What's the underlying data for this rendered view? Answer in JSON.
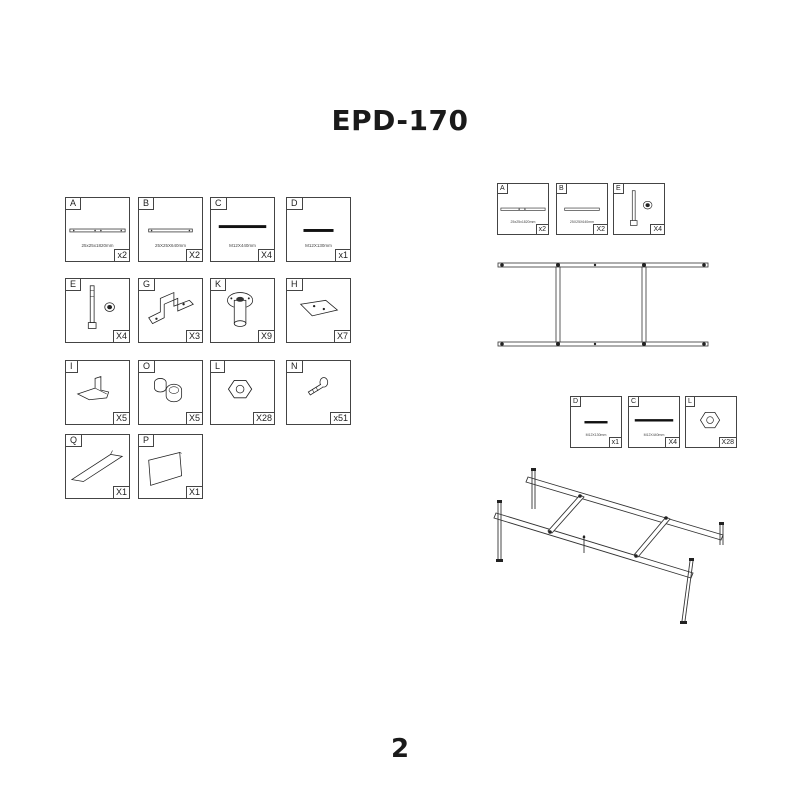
{
  "title": "EPD-170",
  "page_number": "2",
  "parts_left": [
    {
      "label": "A",
      "qty": "x2",
      "dim": "25x25x1820mm"
    },
    {
      "label": "B",
      "qty": "X2",
      "dim": "25X25X640mm"
    },
    {
      "label": "C",
      "qty": "X4",
      "dim": "M12X440mm"
    },
    {
      "label": "D",
      "qty": "x1",
      "dim": "M12X130mm"
    },
    {
      "label": "E",
      "qty": "X4",
      "dim": ""
    },
    {
      "label": "G",
      "qty": "X3",
      "dim": ""
    },
    {
      "label": "K",
      "qty": "X9",
      "dim": ""
    },
    {
      "label": "H",
      "qty": "X7",
      "dim": ""
    },
    {
      "label": "I",
      "qty": "X5",
      "dim": ""
    },
    {
      "label": "O",
      "qty": "X5",
      "dim": ""
    },
    {
      "label": "L",
      "qty": "X28",
      "dim": ""
    },
    {
      "label": "N",
      "qty": "x51",
      "dim": ""
    },
    {
      "label": "Q",
      "qty": "X1",
      "dim": ""
    },
    {
      "label": "P",
      "qty": "X1",
      "dim": ""
    }
  ],
  "step1_parts": [
    {
      "label": "A",
      "qty": "x2",
      "dim": "25x25x1820mm"
    },
    {
      "label": "B",
      "qty": "X2",
      "dim": "25X25X640mm"
    },
    {
      "label": "E",
      "qty": "X4",
      "dim": ""
    }
  ],
  "step2_parts": [
    {
      "label": "D",
      "qty": "x1",
      "dim": "M12X130mm"
    },
    {
      "label": "C",
      "qty": "X4",
      "dim": "M12X440mm"
    },
    {
      "label": "L",
      "qty": "X28",
      "dim": ""
    }
  ]
}
